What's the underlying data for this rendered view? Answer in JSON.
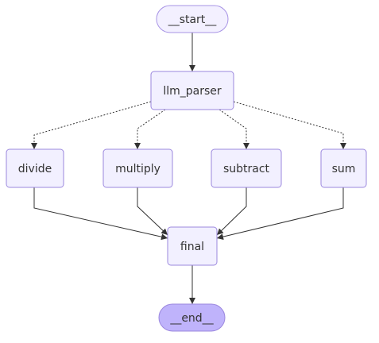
{
  "diagram": {
    "nodes": [
      {
        "id": "start",
        "label": "__start__",
        "shape": "stadium",
        "fill": "#f3f0ff",
        "stroke": "#a793e5"
      },
      {
        "id": "llm_parser",
        "label": "llm_parser",
        "shape": "rect",
        "fill": "#f2f0ff",
        "stroke": "#9b87de"
      },
      {
        "id": "divide",
        "label": "divide",
        "shape": "rect",
        "fill": "#f2f0ff",
        "stroke": "#9b87de"
      },
      {
        "id": "multiply",
        "label": "multiply",
        "shape": "rect",
        "fill": "#f2f0ff",
        "stroke": "#9b87de"
      },
      {
        "id": "subtract",
        "label": "subtract",
        "shape": "rect",
        "fill": "#f2f0ff",
        "stroke": "#9b87de"
      },
      {
        "id": "sum",
        "label": "sum",
        "shape": "rect",
        "fill": "#f2f0ff",
        "stroke": "#9b87de"
      },
      {
        "id": "final",
        "label": "final",
        "shape": "rect",
        "fill": "#f2f0ff",
        "stroke": "#9b87de"
      },
      {
        "id": "end",
        "label": "__end__",
        "shape": "stadium",
        "fill": "#bfb3fb",
        "stroke": "#9b87de"
      }
    ],
    "edges": [
      {
        "from": "start",
        "to": "llm_parser",
        "style": "solid"
      },
      {
        "from": "llm_parser",
        "to": "divide",
        "style": "dotted"
      },
      {
        "from": "llm_parser",
        "to": "multiply",
        "style": "dotted"
      },
      {
        "from": "llm_parser",
        "to": "subtract",
        "style": "dotted"
      },
      {
        "from": "llm_parser",
        "to": "sum",
        "style": "dotted"
      },
      {
        "from": "divide",
        "to": "final",
        "style": "solid"
      },
      {
        "from": "multiply",
        "to": "final",
        "style": "solid"
      },
      {
        "from": "subtract",
        "to": "final",
        "style": "solid"
      },
      {
        "from": "sum",
        "to": "final",
        "style": "solid"
      },
      {
        "from": "final",
        "to": "end",
        "style": "solid"
      }
    ],
    "colors": {
      "edge": "#333333",
      "text": "#333333"
    }
  }
}
